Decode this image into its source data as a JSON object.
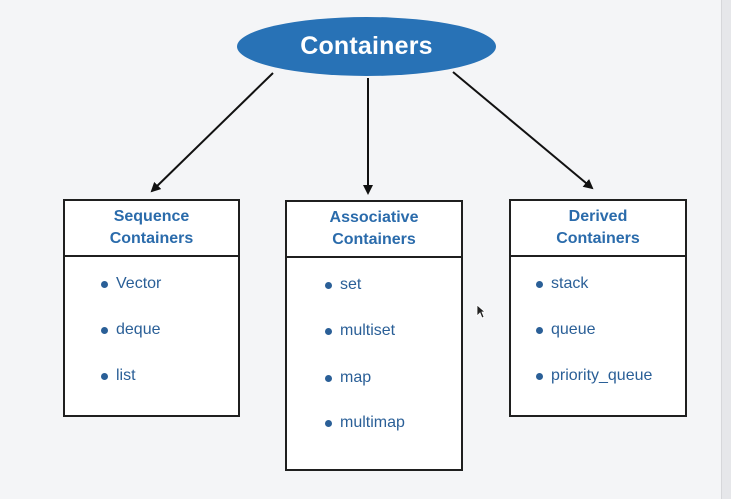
{
  "root": {
    "label": "Containers"
  },
  "categories": [
    {
      "title_line1": "Sequence",
      "title_line2": "Containers",
      "items": [
        "Vector",
        "deque",
        "list"
      ]
    },
    {
      "title_line1": "Associative",
      "title_line2": "Containers",
      "items": [
        "set",
        "multiset",
        "map",
        "multimap"
      ]
    },
    {
      "title_line1": "Derived",
      "title_line2": "Containers",
      "items": [
        "stack",
        "queue",
        "priority_queue"
      ]
    }
  ],
  "colors": {
    "root_fill": "#2872b6",
    "root_text": "#ffffff",
    "heading_text": "#2a6bab",
    "item_text": "#2a5f97",
    "border": "#1f1f1f",
    "background": "#f4f5f7"
  }
}
